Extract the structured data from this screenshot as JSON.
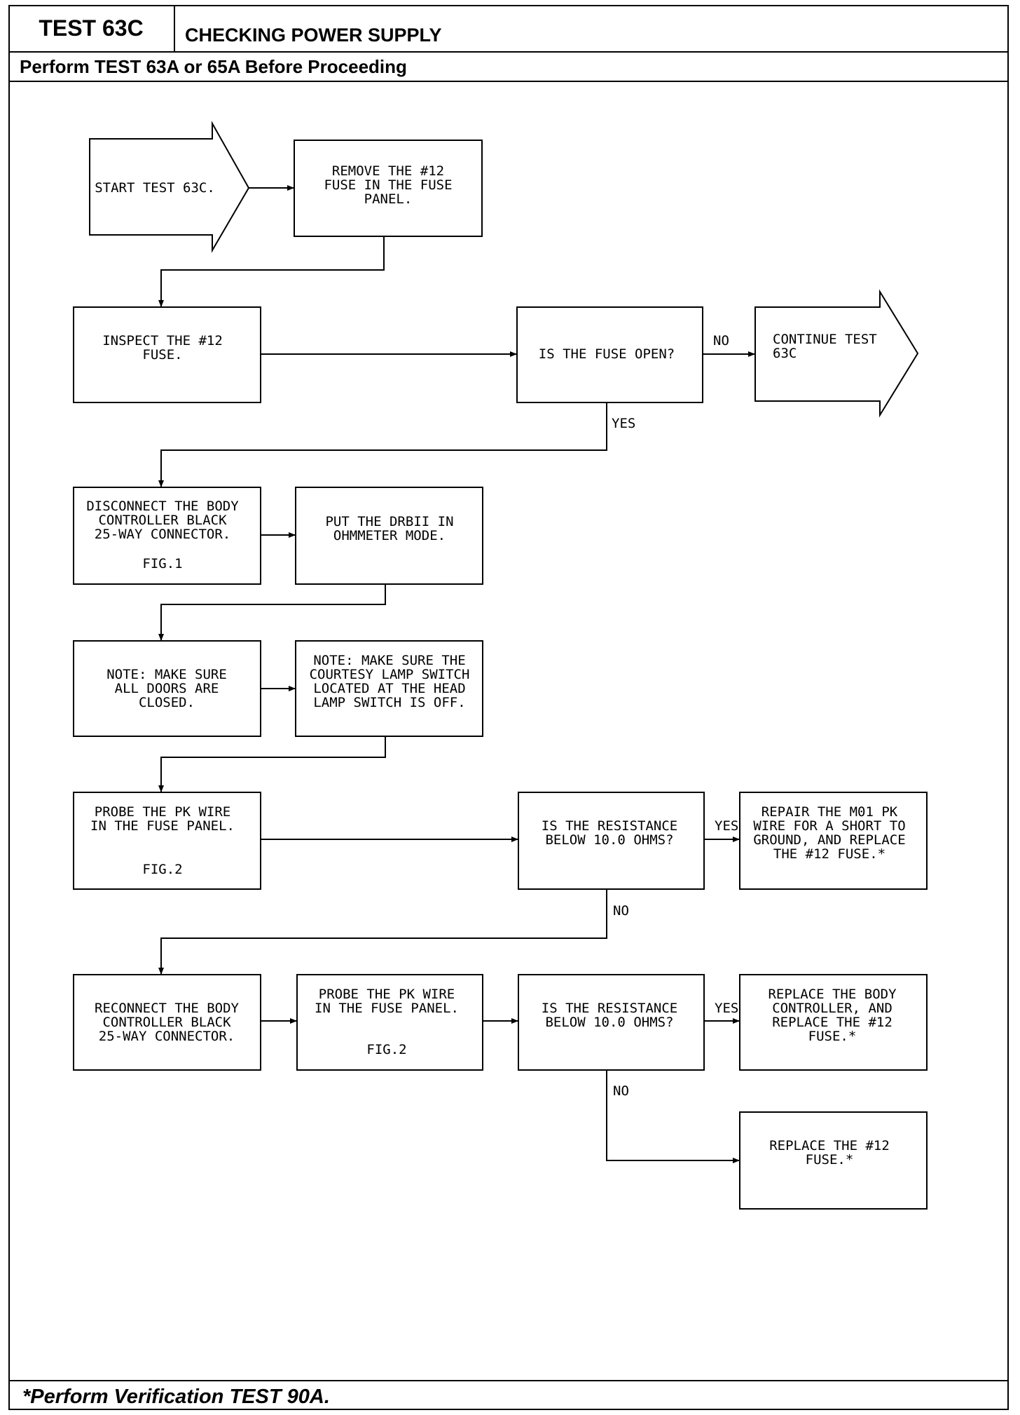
{
  "header": {
    "test_id": "TEST 63C",
    "title": "CHECKING POWER SUPPLY",
    "prerequisite": "Perform TEST 63A or 65A Before Proceeding"
  },
  "footer": {
    "note": "*Perform Verification TEST 90A."
  },
  "flowchart": {
    "start": [
      "START TEST 63C."
    ],
    "remove_fuse": [
      "REMOVE THE #12",
      "FUSE IN THE FUSE",
      "PANEL."
    ],
    "inspect_fuse": [
      "INSPECT THE #12",
      "FUSE."
    ],
    "fuse_open_question": [
      "IS THE FUSE OPEN?"
    ],
    "continue": [
      "CONTINUE TEST",
      "63C"
    ],
    "disconnect": [
      "DISCONNECT THE BODY",
      "CONTROLLER BLACK",
      "25-WAY CONNECTOR."
    ],
    "disconnect_fig": "FIG.1",
    "ohmmeter": [
      "PUT THE DRBII IN",
      "OHMMETER MODE."
    ],
    "note_doors": [
      "NOTE:  MAKE SURE",
      "ALL DOORS ARE",
      "CLOSED."
    ],
    "note_lamp": [
      "NOTE:  MAKE SURE THE",
      "COURTESY LAMP SWITCH",
      "LOCATED AT THE HEAD",
      "LAMP SWITCH IS OFF."
    ],
    "probe_1": [
      "PROBE THE PK WIRE",
      "IN THE FUSE PANEL."
    ],
    "probe_1_fig": "FIG.2",
    "resistance_q1": [
      "IS THE RESISTANCE",
      "BELOW 10.0 OHMS?"
    ],
    "repair_m01": [
      "REPAIR THE M01 PK",
      "WIRE FOR A SHORT TO",
      "GROUND, AND REPLACE",
      "THE #12 FUSE.*"
    ],
    "reconnect": [
      "RECONNECT THE BODY",
      "CONTROLLER BLACK",
      "25-WAY CONNECTOR."
    ],
    "probe_2": [
      "PROBE THE PK WIRE",
      "IN THE FUSE PANEL."
    ],
    "probe_2_fig": "FIG.2",
    "resistance_q2": [
      "IS THE RESISTANCE",
      "BELOW 10.0 OHMS?"
    ],
    "replace_controller": [
      "REPLACE THE BODY",
      "CONTROLLER, AND",
      "REPLACE THE #12",
      "FUSE.*"
    ],
    "replace_fuse": [
      "REPLACE THE #12",
      "FUSE.*"
    ],
    "labels": {
      "no_1": "NO",
      "yes_1": "YES",
      "yes_2": "YES",
      "no_2": "NO",
      "yes_3": "YES",
      "no_3": "NO"
    }
  }
}
